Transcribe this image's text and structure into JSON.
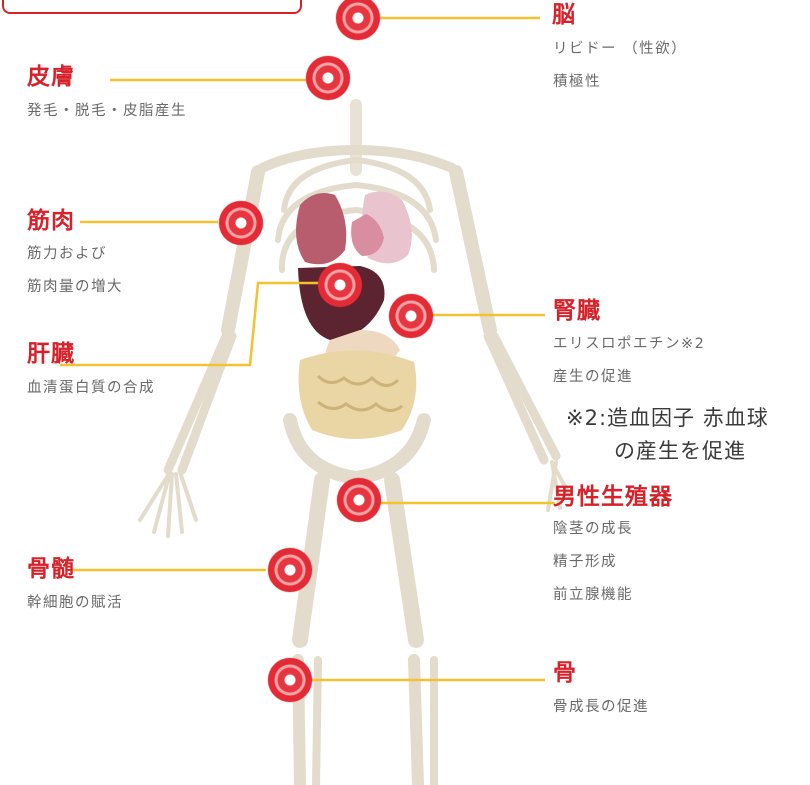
{
  "colors": {
    "accent": "#d6222b",
    "leader": "#f2c230",
    "marker": "#e32a35"
  },
  "labels": {
    "brain": {
      "title": "脳",
      "lines": [
        "リビドー （性欲）",
        "積極性"
      ]
    },
    "skin": {
      "title": "皮膚",
      "lines": [
        "発毛・脱毛・皮脂産生"
      ]
    },
    "muscle": {
      "title": "筋肉",
      "lines": [
        "筋力および",
        "筋肉量の増大"
      ]
    },
    "liver": {
      "title": "肝臓",
      "lines": [
        "血清蛋白質の合成"
      ]
    },
    "kidney": {
      "title": "腎臓",
      "lines": [
        "エリスロポエチン※2",
        "産生の促進"
      ]
    },
    "note": {
      "lines": [
        "※2:造血因子 赤血球",
        "の産生を促進"
      ]
    },
    "genital": {
      "title": "男性生殖器",
      "lines": [
        "陰茎の成長",
        "精子形成",
        "前立腺機能"
      ]
    },
    "marrow": {
      "title": "骨髄",
      "lines": [
        "幹細胞の賦活"
      ]
    },
    "bone": {
      "title": "骨",
      "lines": [
        "骨成長の促進"
      ]
    }
  }
}
